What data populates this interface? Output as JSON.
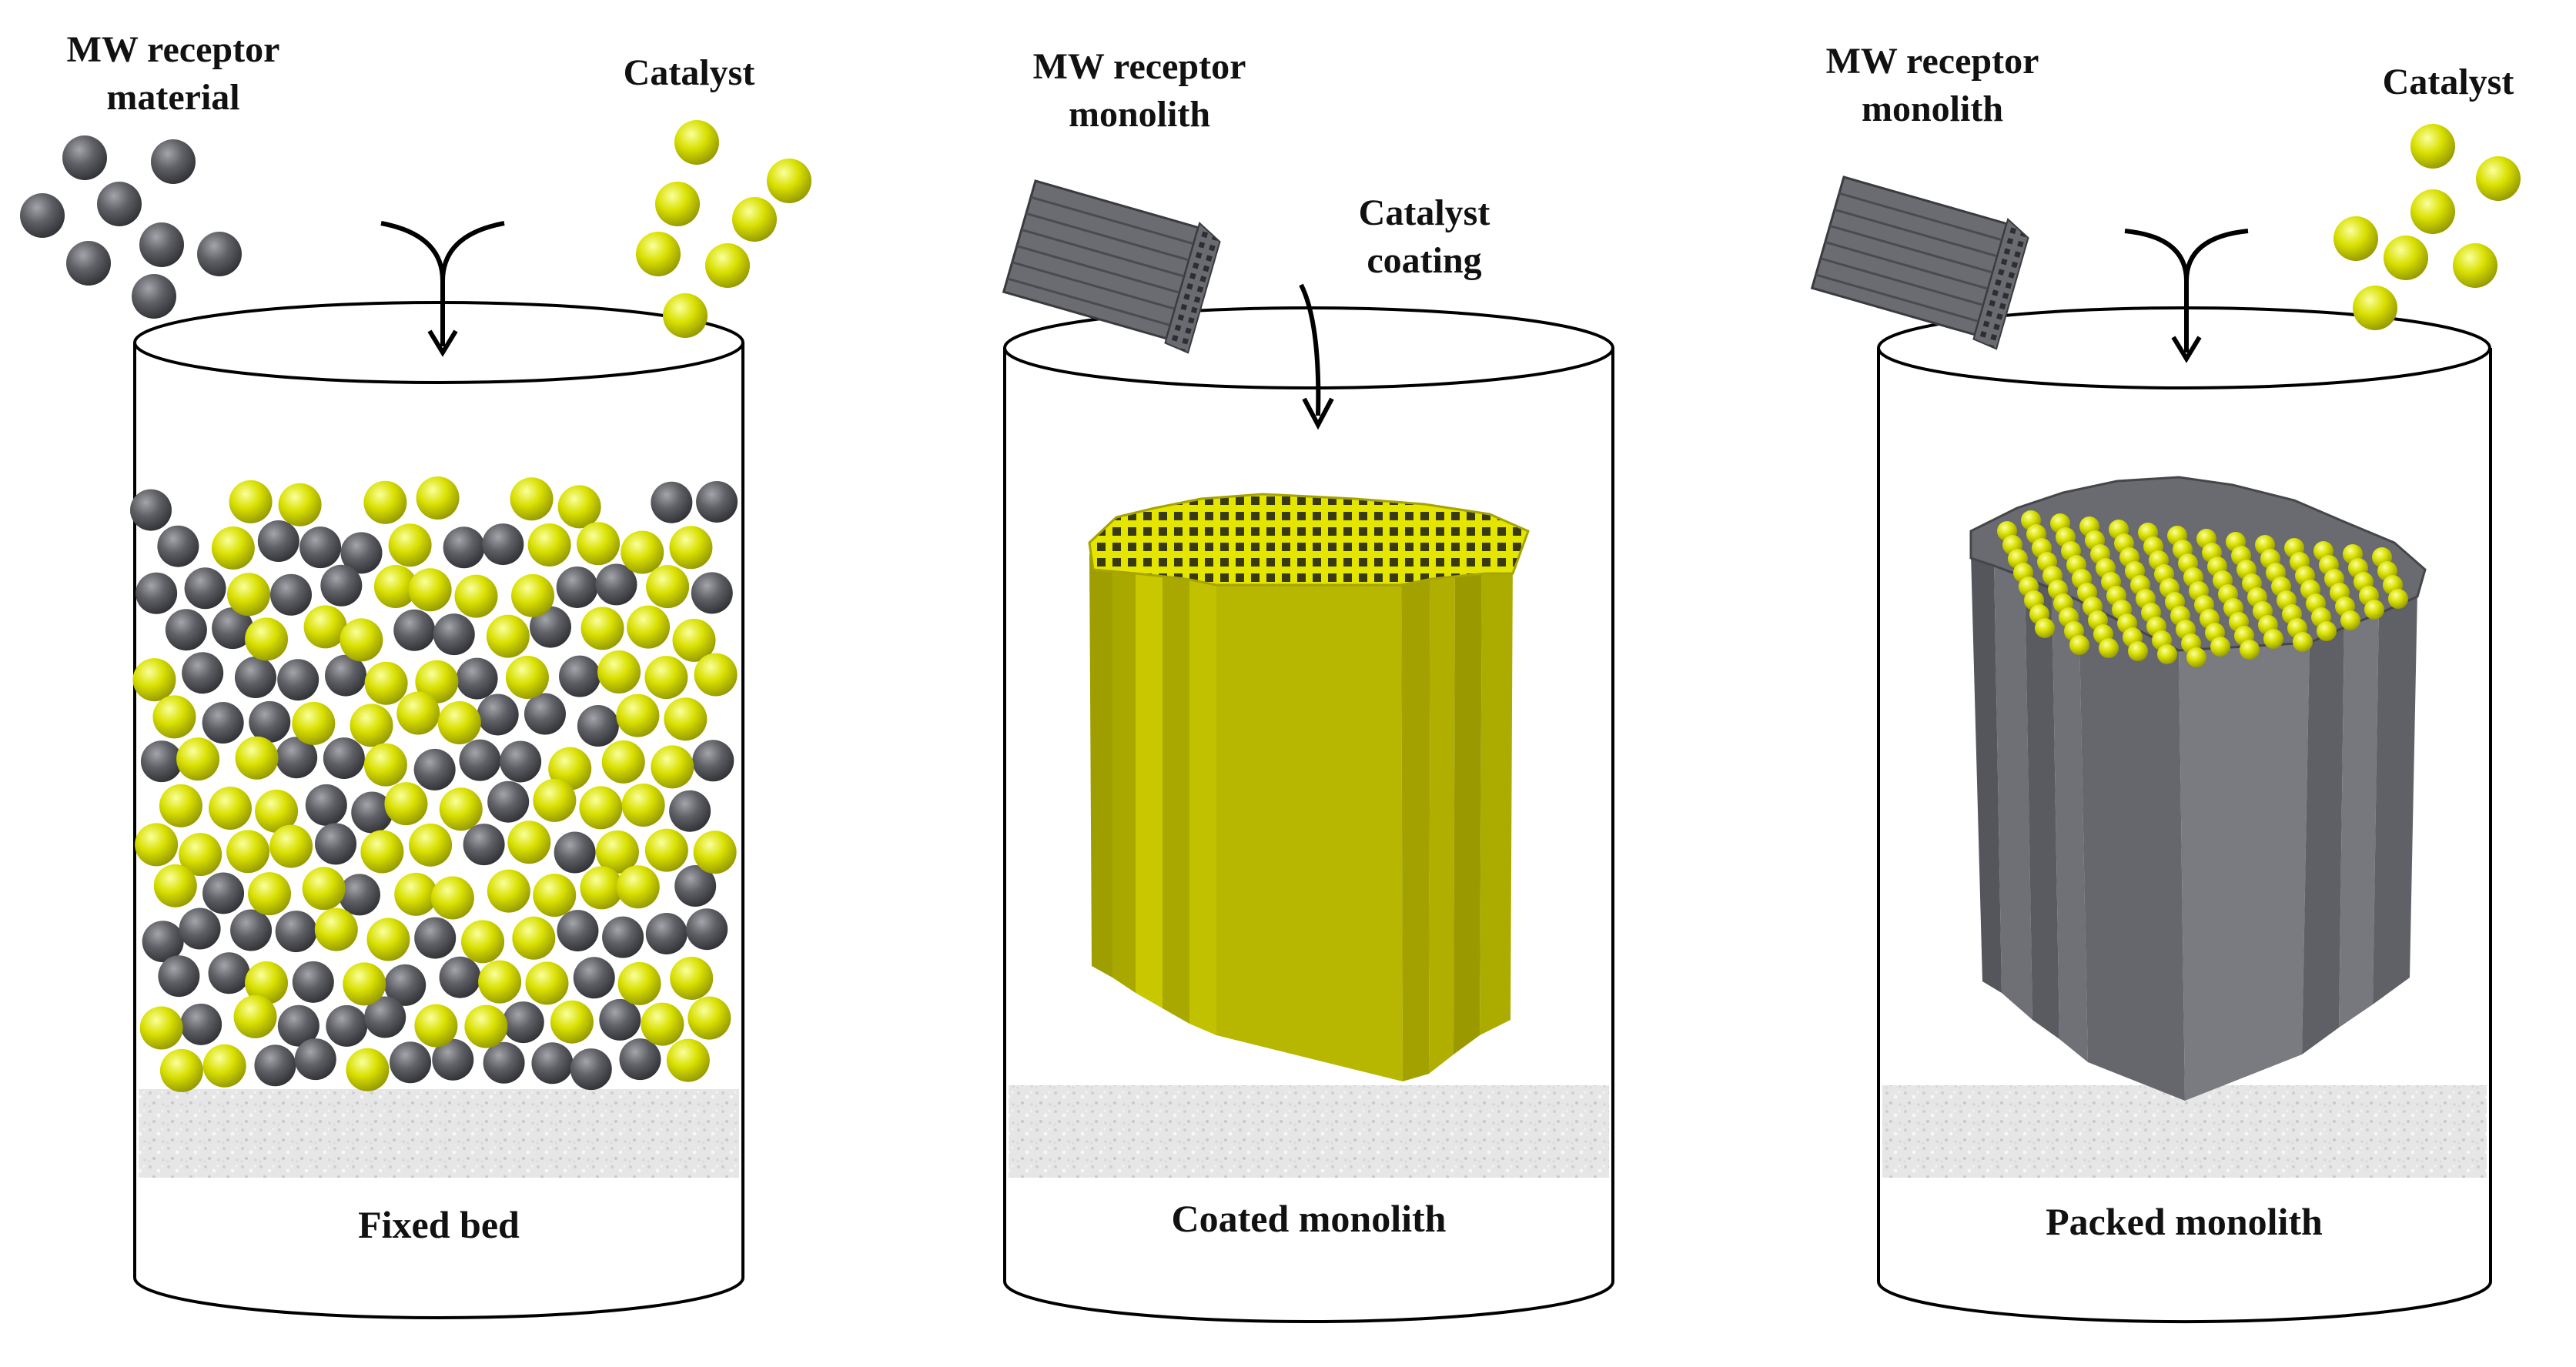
{
  "colors": {
    "receptor": "#5f6065",
    "receptor_dark": "#3c3d42",
    "catalyst": "#d9e000",
    "catalyst_dark": "#9aa000",
    "coating": "#b9b800",
    "coating_dark": "#8f8f00",
    "support": "#e4e4e4",
    "outline": "#000000"
  },
  "panels": [
    {
      "name": "fixed-bed",
      "inputs": [
        "MW receptor\nmaterial",
        "Catalyst"
      ],
      "caption": "Fixed bed"
    },
    {
      "name": "coated-monolith",
      "inputs": [
        "MW receptor\nmonolith",
        "Catalyst\ncoating"
      ],
      "caption": "Coated monolith"
    },
    {
      "name": "packed-monolith",
      "inputs": [
        "MW receptor\nmonolith",
        "Catalyst"
      ],
      "caption": "Packed monolith"
    }
  ]
}
